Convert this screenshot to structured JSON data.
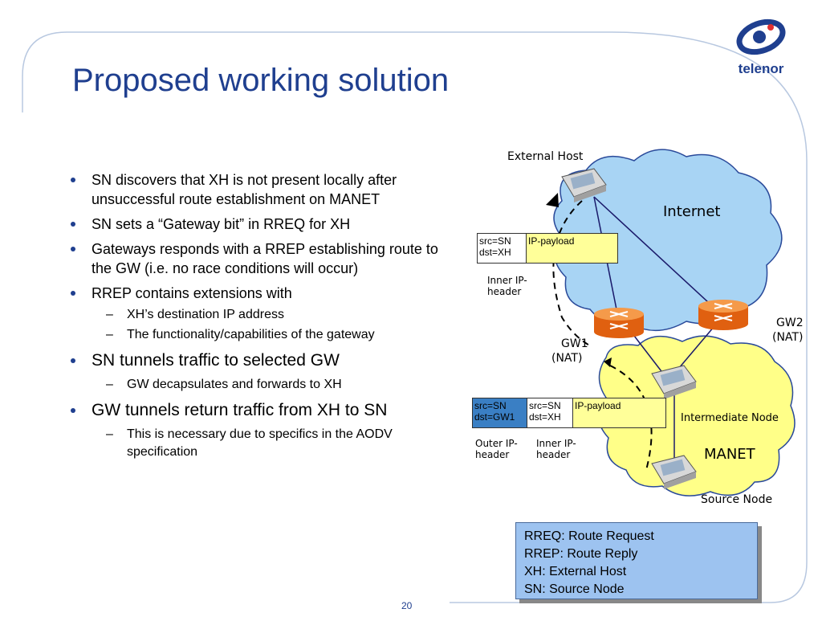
{
  "slide": {
    "title": "Proposed working solution",
    "page_number": "20",
    "logo_text": "telenor"
  },
  "bullets": [
    {
      "text": "SN discovers that XH is not present locally after unsuccessful route establishment on MANET",
      "sub": []
    },
    {
      "text": "SN sets a “Gateway bit” in RREQ for XH",
      "sub": []
    },
    {
      "text": "Gateways responds with a RREP establishing route to the GW (i.e. no race conditions will occur)",
      "sub": []
    },
    {
      "text": "RREP contains extensions with",
      "sub": [
        "XH’s destination IP address",
        "The functionality/capabilities of the gateway"
      ]
    },
    {
      "text": "SN tunnels traffic to selected GW",
      "sub": [
        "GW decapsulates and forwards to XH"
      ]
    },
    {
      "text": "GW tunnels return traffic from XH to SN",
      "sub": [
        "This is necessary due to specifics in the AODV specification"
      ]
    }
  ],
  "diagram": {
    "external_host": "External Host",
    "internet": "Internet",
    "gw1": "GW1\n(NAT)",
    "gw1_line1": "GW1",
    "gw1_line2": "(NAT)",
    "gw2_line1": "GW2",
    "gw2_line2": "(NAT)",
    "intermediate_node": "Intermediate Node",
    "manet": "MANET",
    "source_node": "Source Node",
    "packet_top": {
      "header": [
        "src=SN",
        "dst=XH"
      ],
      "payload": "IP-payload",
      "header_label": [
        "Inner IP-",
        "header"
      ]
    },
    "packet_bottom": {
      "outer": [
        "src=SN",
        "dst=GW1"
      ],
      "inner": [
        "src=SN",
        "dst=XH"
      ],
      "payload": "IP-payload",
      "outer_label": [
        "Outer IP-",
        "header"
      ],
      "inner_label": [
        "Inner IP-",
        "header"
      ]
    }
  },
  "legend": [
    "RREQ: Route Request",
    "RREP: Route Reply",
    "XH: External Host",
    "SN: Source Node"
  ],
  "colors": {
    "title": "#1f3f8f",
    "internet_cloud": "#a8d4f4",
    "manet_cloud": "#ffff88",
    "packet_payload": "#ffff99",
    "packet_header_outer": "#3a7fc4",
    "legend_bg": "#9dc3f0",
    "router": "#f07a20"
  }
}
